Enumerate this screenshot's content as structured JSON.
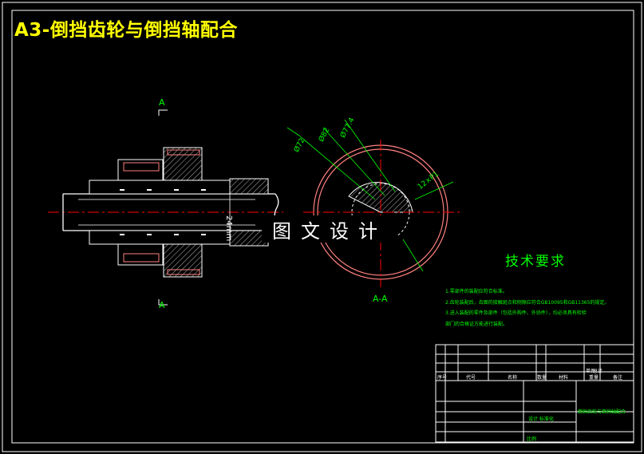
{
  "title": "A3-倒挡齿轮与倒挡轴配合",
  "watermark": "图文设计",
  "section_marks": {
    "top": "A",
    "bottom": "A",
    "view": "A-A"
  },
  "dimensions": {
    "length": "24mm",
    "spline": "12×P1",
    "d1": "Ø72",
    "d2": "Ø82",
    "d3": "Ø77.4"
  },
  "tech_requirements": {
    "title": "技术要求",
    "items": [
      "1.零部件的装配应符合标准。",
      "2.齿轮装配后，齿面的接触斑点和侧隙应符合GB10095和GB11365的规定。",
      "3.进入装配的零件及部件（包括外购件、外协件），均必须具有检验",
      "   部门的合格证方能进行装配。"
    ]
  },
  "title_block": {
    "row_labels": [
      "序号",
      "代号",
      "名称",
      "数量",
      "材料",
      "单件",
      "总计"
    ],
    "weights_label": "重量",
    "notes_label": "备注",
    "drawing_name": "倒挡齿轮与倒挡轴配合",
    "sign_row": "设计   标准化",
    "scale_label": "比例"
  },
  "colors": {
    "background": "#000000",
    "frame": "#ffffff",
    "text": "#00ff00",
    "title": "#ffff00",
    "center": "#ff0000",
    "section": "#ff8080"
  },
  "icons": [
    "section-arrow-icon"
  ]
}
